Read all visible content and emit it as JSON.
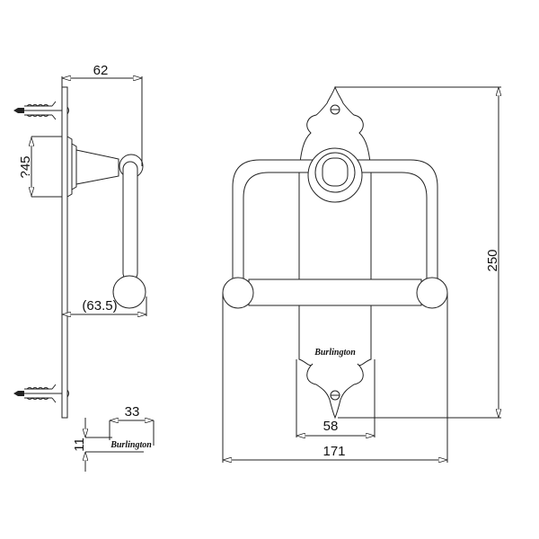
{
  "dimensions": {
    "projection": "62",
    "diameter": "?45",
    "roll_depth": "(63.5)",
    "logo_width": "33",
    "logo_height": "11",
    "height": "250",
    "plate_width": "58",
    "overall_width": "171"
  },
  "brand": {
    "logo_side": "Burlington",
    "logo_front": "Burlington"
  }
}
